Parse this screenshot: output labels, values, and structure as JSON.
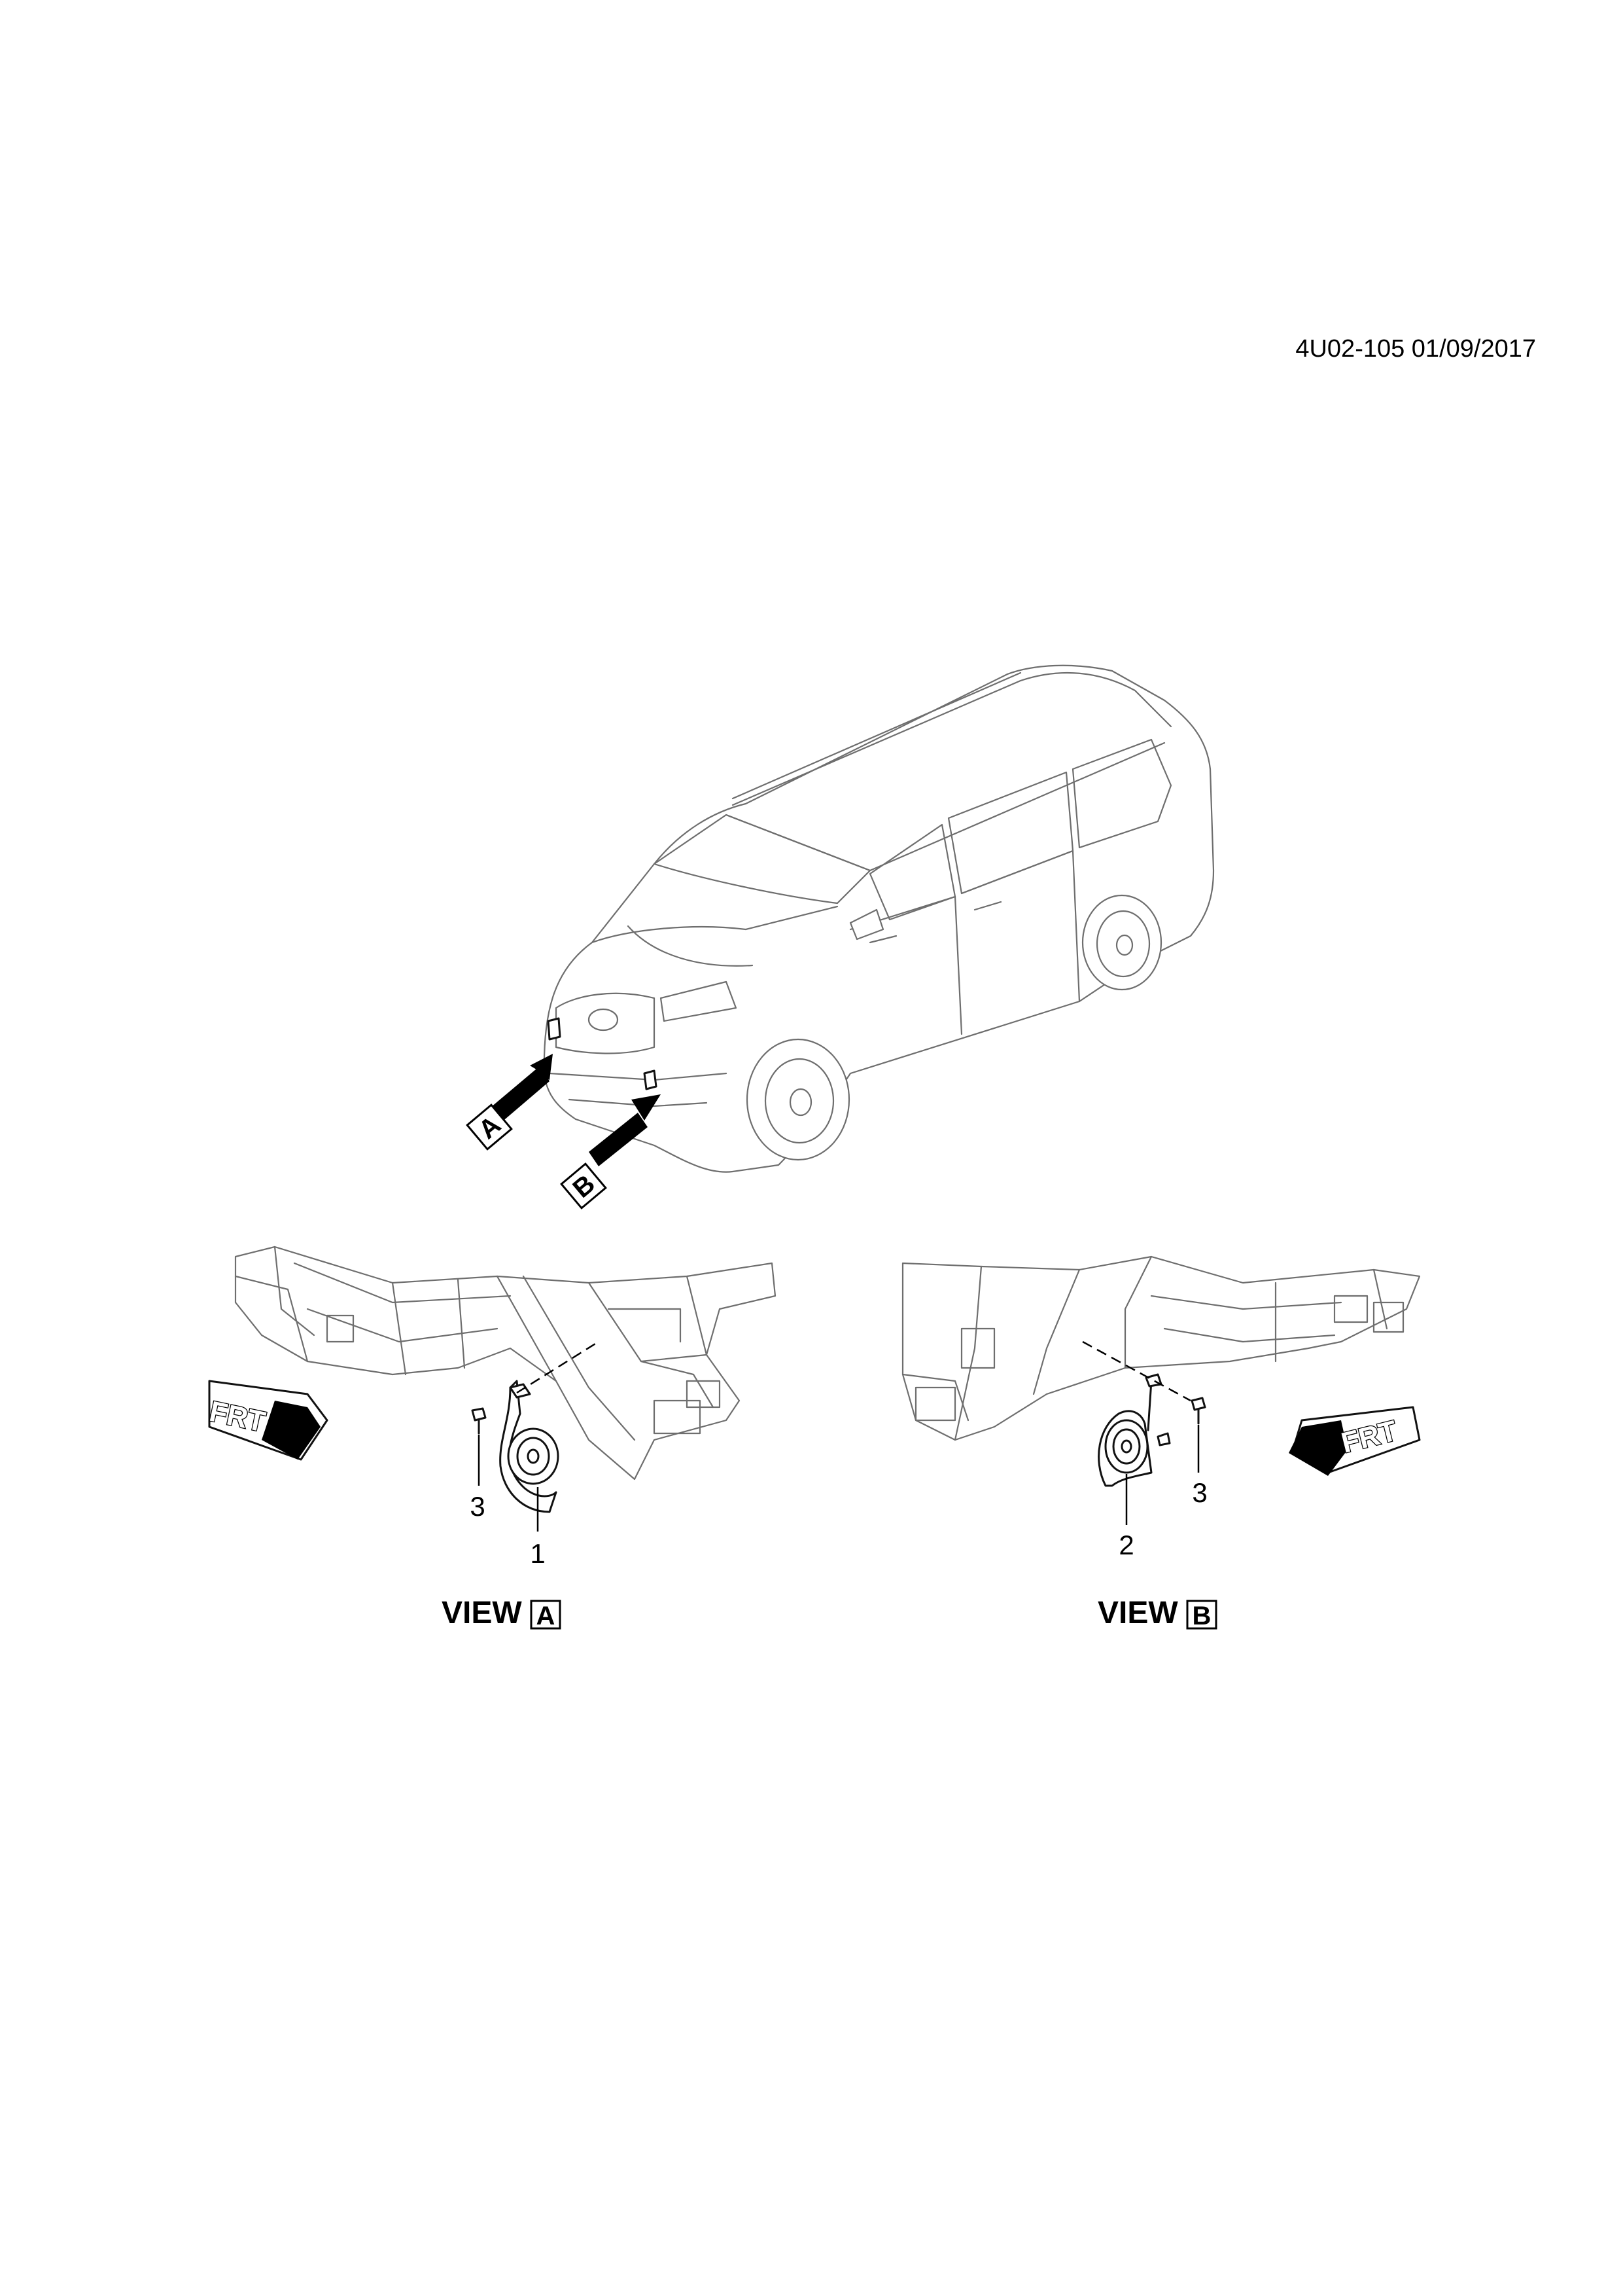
{
  "header": {
    "doc_id": "4U02-105 01/09/2017"
  },
  "vehicle_view": {
    "callouts": {
      "a": "A",
      "b": "B"
    }
  },
  "view_a": {
    "label_prefix": "VIEW",
    "label_letter": "A",
    "frt_label": "FRT",
    "callouts": {
      "horn": "1",
      "bolt": "3"
    }
  },
  "view_b": {
    "label_prefix": "VIEW",
    "label_letter": "B",
    "frt_label": "FRT",
    "callouts": {
      "horn": "2",
      "bolt": "3"
    }
  }
}
